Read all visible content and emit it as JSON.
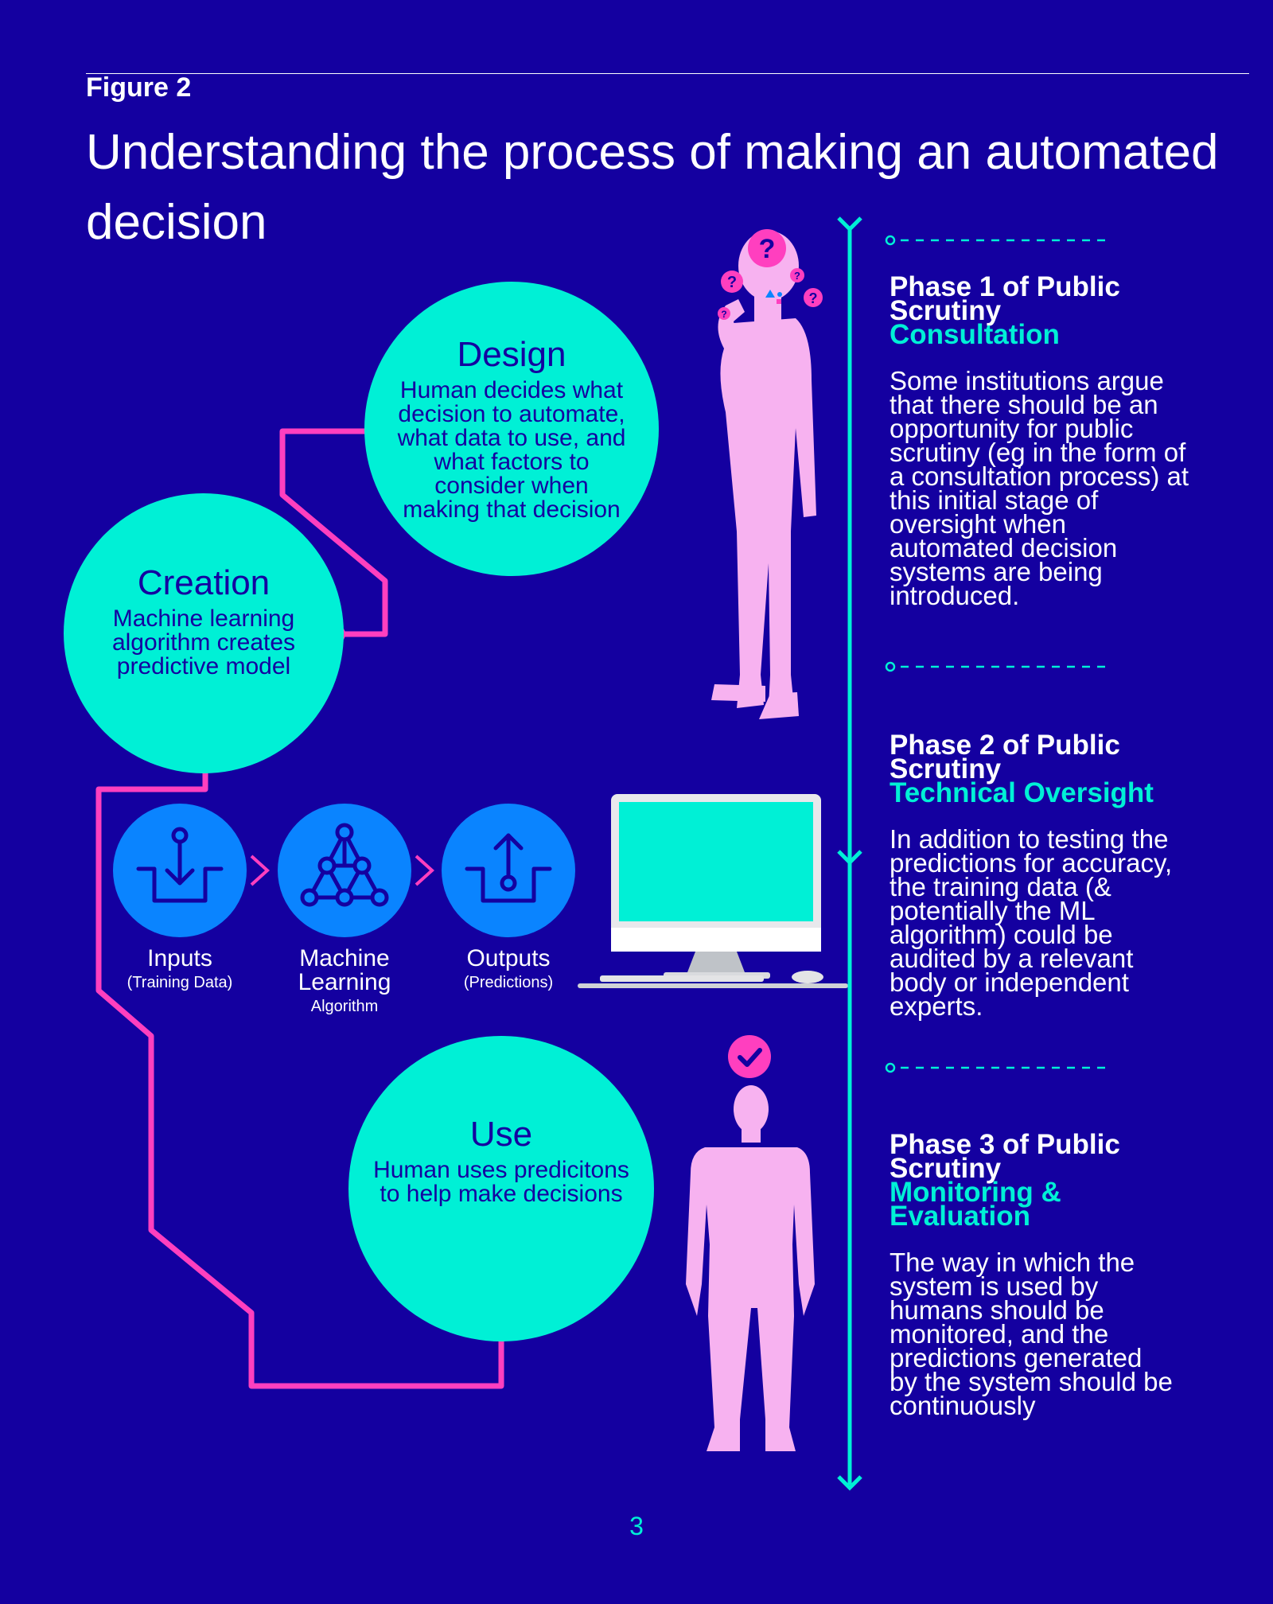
{
  "header": {
    "figure_label": "Figure 2",
    "title": "Understanding the process of making an automated decision"
  },
  "circles": {
    "design": {
      "heading": "Design",
      "body": "Human decides what decision to automate, what data to use, and what factors to consider when making that decision"
    },
    "creation": {
      "heading": "Creation",
      "body": "Machine learning algorithm creates predictive model"
    },
    "use": {
      "heading": "Use",
      "body": "Human uses predicitons to help make decisions"
    }
  },
  "stages": [
    {
      "label": "Inputs",
      "sub": "(Training Data)",
      "icon": "inputs-tray-icon"
    },
    {
      "label": "Machine Learning",
      "sub": "Algorithm",
      "icon": "network-triangle-icon"
    },
    {
      "label": "Outputs",
      "sub": "(Predictions)",
      "icon": "outputs-tray-icon"
    }
  ],
  "phases": [
    {
      "title": "Phase 1 of Public Scrutiny",
      "subtitle": "Consultation",
      "text": "Some institutions argue that there should be an opportunity for public scrutiny (eg in the form of a consultation process) at this initial stage of oversight when automated decision systems are being introduced."
    },
    {
      "title": "Phase 2 of Public Scrutiny",
      "subtitle": "Technical Oversight",
      "text": "In addition to testing the predictions for accuracy, the training data (& potentially the ML algorithm) could be audited by a relevant body or independent experts."
    },
    {
      "title": "Phase 3 of Public Scrutiny",
      "subtitle": "Monitoring & Evaluation",
      "text": "The way in which the system is used by humans should be monitored, and the predictions generated by the system should be continuously"
    }
  ],
  "page_number": "3",
  "colors": {
    "background": "#1400a0",
    "circle": "#00f0d6",
    "connector": "#ff3fbf",
    "silhouette": "#f7b2f0",
    "stage_icon": "#0a84ff",
    "timeline": "#00f0d6"
  }
}
